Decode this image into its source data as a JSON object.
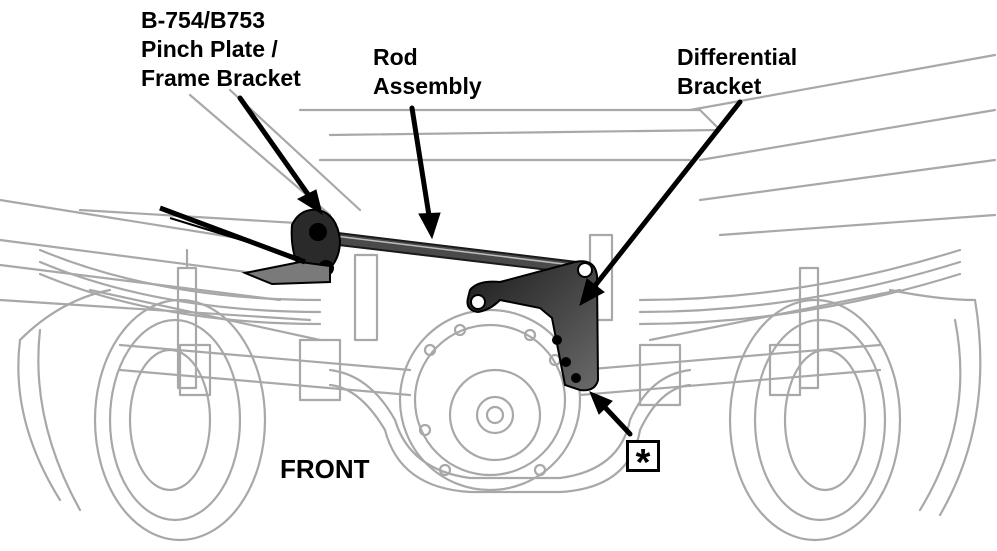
{
  "labels": {
    "bracket": [
      "B-754/B753",
      "Pinch Plate /",
      "Frame Bracket"
    ],
    "rod": [
      "Rod",
      "Assembly"
    ],
    "differential": [
      "Differential",
      "Bracket"
    ],
    "front": "FRONT",
    "marker": "*"
  },
  "colors": {
    "chassis_line": "#a8a8a8",
    "part_fill": "#3a3a3a",
    "arrow": "#000000"
  },
  "icons": [
    "star-marker-icon"
  ]
}
